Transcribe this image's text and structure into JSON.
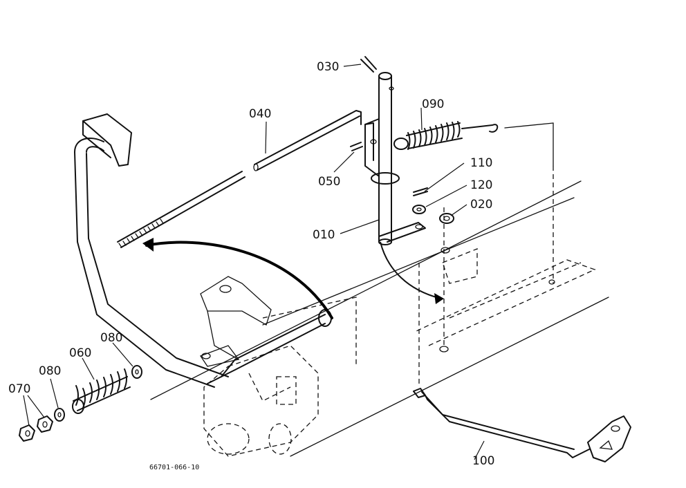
{
  "parts": {
    "p010": "010",
    "p020": "020",
    "p030": "030",
    "p040": "040",
    "p050": "050",
    "p060": "060",
    "p070": "070",
    "p080a": "080",
    "p080b": "080",
    "p090": "090",
    "p100": "100",
    "p110": "110",
    "p120": "120"
  },
  "drawing_code": "66701-066-10"
}
